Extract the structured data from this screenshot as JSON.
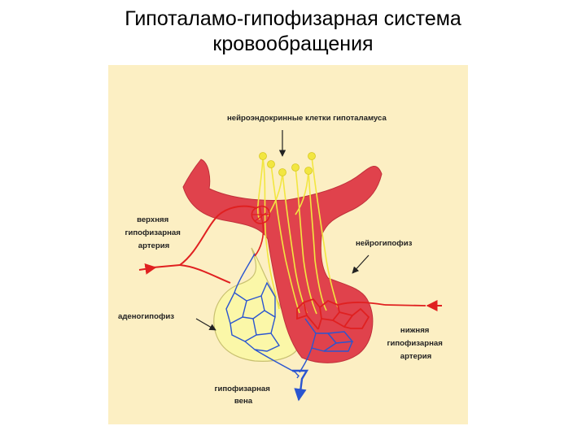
{
  "title": {
    "line1": "Гипоталамо-гипофизарная система",
    "line2": "кровообращения"
  },
  "labels": {
    "neuro_cells": "нейроэндокринные клетки гипоталамуса",
    "superior_artery": [
      "верхняя",
      "гипофизарная",
      "артерия"
    ],
    "neurohypophysis": "нейрогипофиз",
    "adenohypophysis": "аденогипофиз",
    "inferior_artery": [
      "нижняя",
      "гипофизарная",
      "артерия"
    ],
    "vein": [
      "гипофизарная",
      "вена"
    ]
  },
  "colors": {
    "background": "#fcefc3",
    "tissue_red": "#e0424c",
    "adeno_yellow": "#fbf7a8",
    "artery": "#e02020",
    "vein": "#2a55d0",
    "neuron": "#f2e640",
    "label_arrow": "#222222"
  }
}
